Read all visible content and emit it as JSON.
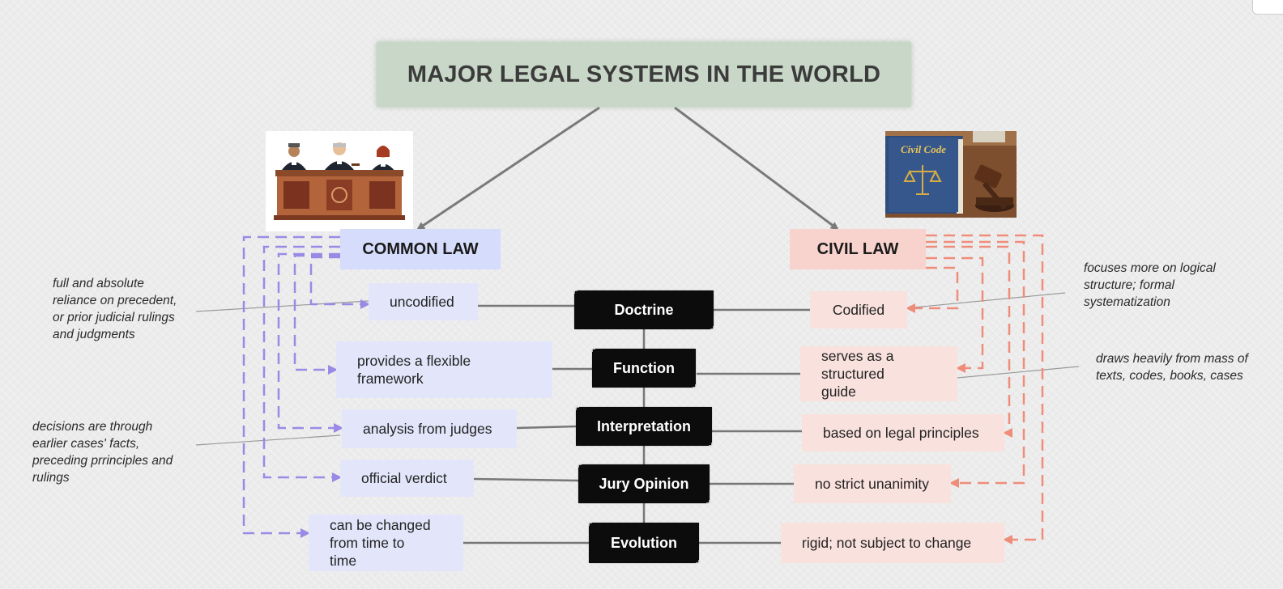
{
  "title": "MAJOR LEGAL SYSTEMS IN THE WORLD",
  "common_law": {
    "label": "COMMON LAW",
    "items": [
      "uncodified",
      "provides a flexible framework",
      "analysis from judges",
      "official verdict",
      "can be changed from time to time"
    ]
  },
  "civil_law": {
    "label": "CIVIL LAW",
    "items": [
      "Codified",
      "serves as a structured guide",
      "based on legal principles",
      "no strict unanimity",
      "rigid; not subject to change"
    ],
    "book_title": "Civil Code"
  },
  "aspects": [
    "Doctrine",
    "Function",
    "Interpretation",
    "Jury Opinion",
    "Evolution"
  ],
  "notes": {
    "left_1": "full and absolute reliance on precedent, or prior judicial rulings and judgments",
    "left_2": "decisions are through earlier cases' facts, preceding prrinciples and rulings",
    "right_1": "focuses more on logical structure; formal systematization",
    "right_2": "draws heavily from mass of texts, codes, books, cases"
  },
  "colors": {
    "title_bg": "#c8d7c8",
    "common_accent": "#9a8ae6",
    "common_bg": "#e3e6fb",
    "civil_accent": "#ef8d7a",
    "civil_bg": "#f9e1dd",
    "aspect_bg": "#0c0c0c"
  },
  "icons": [
    "judges-bench-icon",
    "civil-code-book-icon",
    "gavel-icon"
  ]
}
